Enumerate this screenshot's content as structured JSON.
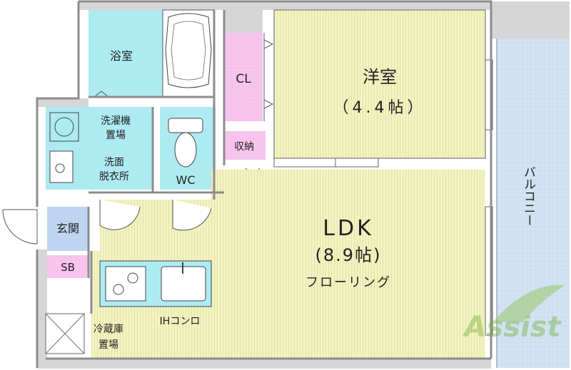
{
  "rooms": {
    "bath": "浴室",
    "closet": "CL",
    "western_room_name": "洋室",
    "western_room_size": "（4.4帖）",
    "washer_line1": "洗濯機",
    "washer_line2": "置場",
    "washroom_line1": "洗面",
    "washroom_line2": "脱衣所",
    "toilet": "WC",
    "storage": "収納",
    "entrance": "玄関",
    "shoe_box": "SB",
    "ldk_name": "LDK",
    "ldk_size": "(8.9帖)",
    "flooring": "フローリング",
    "stove": "IHコンロ",
    "fridge_line1": "冷蔵庫",
    "fridge_line2": "置場",
    "balcony": "バルコニー"
  },
  "watermark": "Assist",
  "colors": {
    "floor_yellow": "#f3f3c2",
    "floor_line": "#dede9e",
    "water_cyan": "#aeeaf2",
    "closet_pink": "#f7c8ef",
    "entrance_blue": "#bcd4f2",
    "balcony_blue": "#cfe0f2",
    "wall": "#9a9a9a",
    "wall_light": "#d9d9d9"
  }
}
